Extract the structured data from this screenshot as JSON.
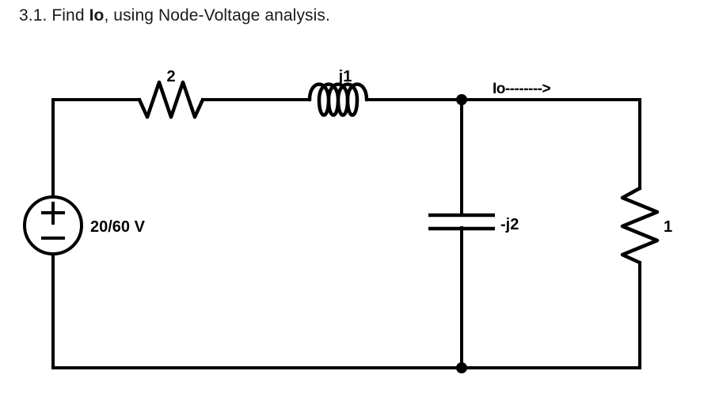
{
  "title": {
    "prefix": "3.1. Find ",
    "bold": "Io",
    "suffix": ", using Node-Voltage analysis."
  },
  "circuit": {
    "source": {
      "label": "20/60 V",
      "plus_sign": "+",
      "minus_sign": "−",
      "symbol_name": "independent-voltage-source"
    },
    "components": [
      {
        "id": "r1",
        "label": "2",
        "type": "resistor",
        "orientation": "horizontal",
        "branch": "top-left"
      },
      {
        "id": "l1",
        "label": "j1",
        "type": "inductor",
        "orientation": "horizontal",
        "branch": "top-middle"
      },
      {
        "id": "c1",
        "label": "-j2",
        "type": "capacitor",
        "orientation": "vertical",
        "branch": "middle-shunt"
      },
      {
        "id": "r2",
        "label": "1",
        "type": "resistor",
        "orientation": "vertical",
        "branch": "right"
      }
    ],
    "current": {
      "label": "Io",
      "arrow": "-------->",
      "full_label": "Io-------->",
      "direction": "right"
    },
    "nodes": [
      {
        "id": "node-top",
        "type": "junction-dot"
      },
      {
        "id": "node-bottom",
        "type": "junction-dot"
      }
    ],
    "colors": {
      "wire": "#000000",
      "background": "#ffffff",
      "text": "#000000"
    }
  }
}
